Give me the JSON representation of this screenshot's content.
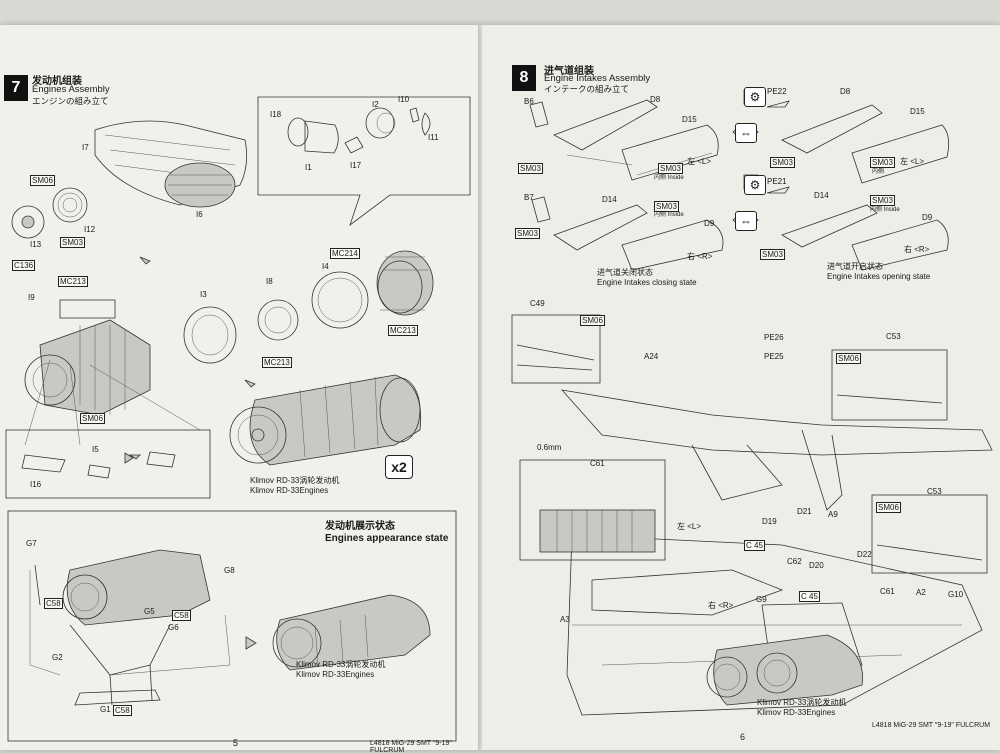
{
  "left": {
    "step_number": "7",
    "title_zh": "发动机组装",
    "title_en": "Engines Assembly",
    "title_ja": "エンジンの組み立て",
    "labels": {
      "I7": "I7",
      "I6": "I6",
      "SM06_a": "SM06",
      "I13": "I13",
      "C136": "C136",
      "SM03": "SM03",
      "I12": "I12",
      "I18": "I18",
      "I1": "I1",
      "I17": "I17",
      "I2": "I2",
      "I10": "I10",
      "I11": "I11",
      "MC214": "MC214",
      "I4": "I4",
      "MC213_a": "MC213",
      "I3": "I3",
      "I8": "I8",
      "MC213_b": "MC213",
      "I9": "I9",
      "MC213_c": "MC213",
      "SM06_b": "SM06",
      "I5": "I5",
      "I16": "I16"
    },
    "multiplier": "x2",
    "engine_caption_zh": "Klimov RD-33涡轮发动机",
    "engine_caption_en": "Klimov RD-33Engines",
    "state_title_zh": "发动机展示状态",
    "state_title_en": "Engines appearance state",
    "state_labels": {
      "G7": "G7",
      "C58_a": "C58",
      "G8": "G8",
      "C58_b": "C58",
      "G5": "G5",
      "G6": "G6",
      "G2": "G2",
      "G1": "G1",
      "C58_c": "C58"
    },
    "state_caption_zh": "Klimov RD-33涡轮发动机",
    "state_caption_en": "Klimov RD-33Engines",
    "page_number": "5",
    "footer": "L4818 MiG-29 SMT \"9-19\" FULCRUM"
  },
  "right": {
    "step_number": "8",
    "title_zh": "进气道组装",
    "title_en": "Engine Intakes Assembly",
    "title_ja": "インテークの組み立て",
    "labels": {
      "B6": "B6",
      "D8_a": "D8",
      "D15_a": "D15",
      "SM03_a": "SM03",
      "SM03_b": "SM03",
      "left_a": "左 <L>",
      "inside_a": "内侧 Inside",
      "PE22": "PE22",
      "D8_b": "D8",
      "D15_b": "D15",
      "SM03_c": "SM03",
      "SM03_d": "SM03",
      "left_b": "左 <L>",
      "inside_b": "内侧",
      "B7": "B7",
      "D14_a": "D14",
      "SM03_e": "SM03",
      "inside_c": "内侧 Inside",
      "D9_a": "D9",
      "SM03_f": "SM03",
      "right_a": "右 <R>",
      "PE21": "PE21",
      "D14_b": "D14",
      "SM03_g": "SM03",
      "inside_d": "内侧 Inside",
      "D9_b": "D9",
      "SM03_h": "SM03",
      "right_b": "右 <R>",
      "closing_zh": "进气道关闭状态",
      "closing_en": "Engine Intakes closing state",
      "opening_zh": "进气道开启状态",
      "opening_en": "Engine Intakes opening state",
      "C49": "C49",
      "SM06_a": "SM06",
      "PE26": "PE26",
      "PE25": "PE25",
      "C53_a": "C53",
      "SM06_b": "SM06",
      "A24": "A24",
      "mm": "0.6mm",
      "C61_a": "C61",
      "left_c": "左 <L>",
      "C53_b": "C53",
      "SM06_c": "SM06",
      "D19": "D19",
      "D21": "D21",
      "A9": "A9",
      "C45_a": "C 45",
      "C62": "C62",
      "D20": "D20",
      "D22": "D22",
      "C61_b": "C61",
      "right_c": "右 <R>",
      "G9": "G9",
      "C45_b": "C 45",
      "A3": "A3",
      "A2": "A2",
      "G10": "G10"
    },
    "engine_caption_zh": "Klimov RD-33涡轮发动机",
    "engine_caption_en": "Klimov RD-33Engines",
    "page_number": "6",
    "footer": "L4818 MiG-29 SMT \"9-19\" FULCRUM"
  }
}
